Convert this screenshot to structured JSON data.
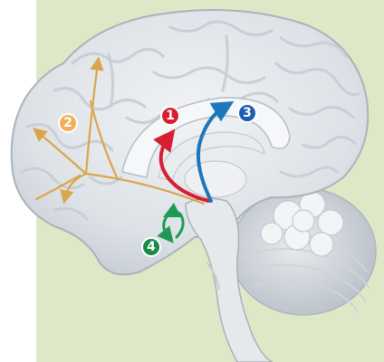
{
  "colors": {
    "background_panel": "#dfe8c6",
    "brain_fill": "#e4e8ec",
    "brain_shadow": "#b8bfc7",
    "pathway_1": "#d61f33",
    "pathway_2": "#e8a94a",
    "pathway_3": "#1d77bd",
    "pathway_4": "#1e9a55"
  },
  "badges": [
    {
      "id": "1",
      "label": "1",
      "color": "#d61f33"
    },
    {
      "id": "2",
      "label": "2",
      "color": "#f0b05a"
    },
    {
      "id": "3",
      "label": "3",
      "color": "#1b5fae"
    },
    {
      "id": "4",
      "label": "4",
      "color": "#1a8a45"
    }
  ]
}
